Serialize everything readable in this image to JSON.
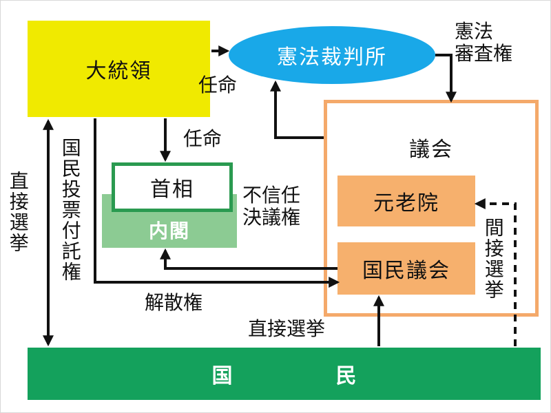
{
  "nodes": {
    "president": "大統領",
    "constitutional_court": "憲法裁判所",
    "parliament": "議会",
    "senate": "元老院",
    "national_assembly": "国民議会",
    "prime_minister": "首相",
    "cabinet": "内閣",
    "people": "国　民"
  },
  "labels": {
    "appointment_court": "任命",
    "appointment_pm": "任命",
    "constitutional_review": "憲法\n審査権",
    "no_confidence": "不信任\n決議権",
    "dissolution": "解散権",
    "direct_election_bottom": "直接選挙",
    "direct_election_left": "直接選挙",
    "referendum": "国民投票付託権",
    "indirect_election": "間接選挙"
  },
  "colors": {
    "president": "#f0ea00",
    "constitutional_court": "#19a8e8",
    "parliament_border": "#f4a96a",
    "chambers": "#f6b06d",
    "cabinet": "#8ccb93",
    "prime_minister_border": "#2a9a50",
    "people": "#14a15c"
  }
}
